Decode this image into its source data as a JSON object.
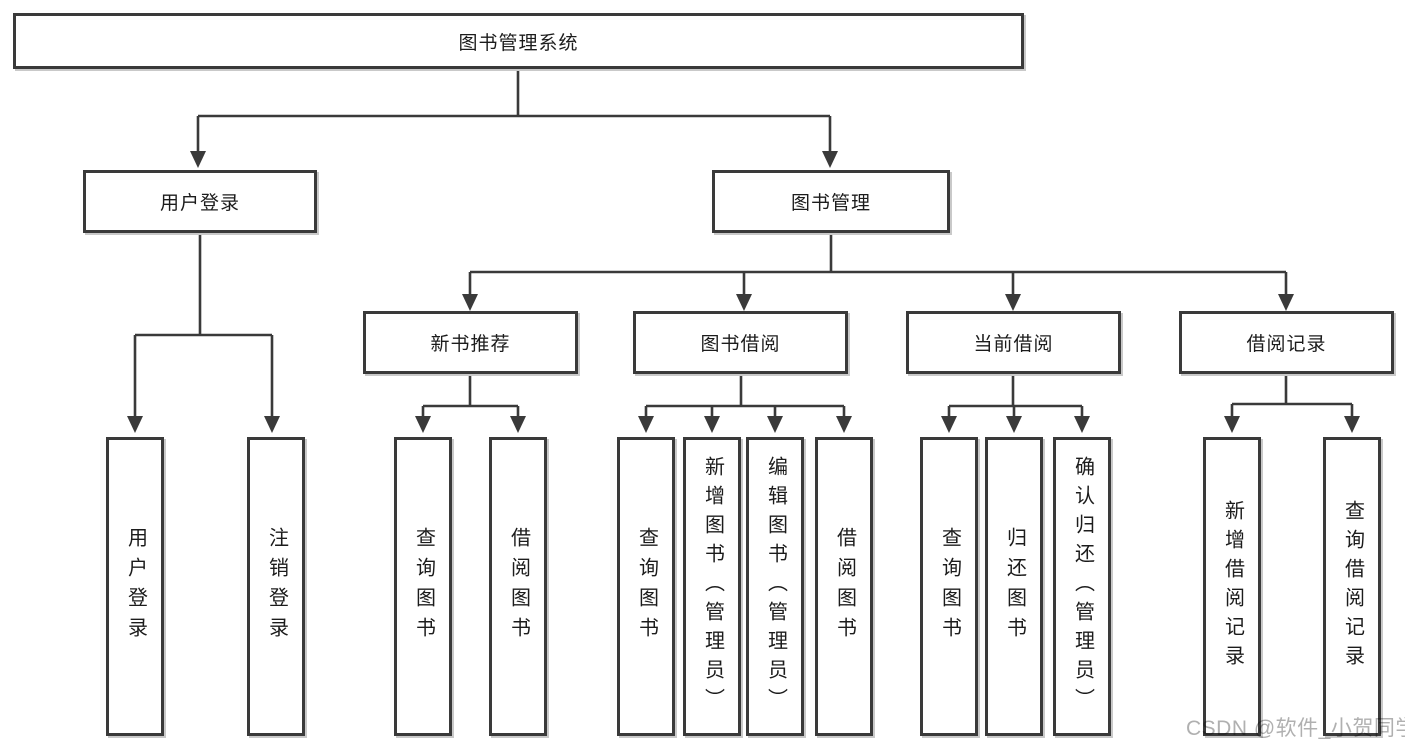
{
  "diagram": {
    "title": "图书管理系统",
    "level2": [
      {
        "label": "用户登录"
      },
      {
        "label": "图书管理"
      }
    ],
    "level3": [
      {
        "label": "新书推荐",
        "parent": "图书管理"
      },
      {
        "label": "图书借阅",
        "parent": "图书管理"
      },
      {
        "label": "当前借阅",
        "parent": "图书管理"
      },
      {
        "label": "借阅记录",
        "parent": "图书管理"
      }
    ],
    "leaves": [
      {
        "label": "用户登录",
        "parent": "用户登录"
      },
      {
        "label": "注销登录",
        "parent": "用户登录"
      },
      {
        "label": "查询图书",
        "parent": "新书推荐"
      },
      {
        "label": "借阅图书",
        "parent": "新书推荐"
      },
      {
        "label": "查询图书",
        "parent": "图书借阅"
      },
      {
        "label": "新增图书（管理员）",
        "parent": "图书借阅"
      },
      {
        "label": "编辑图书（管理员）",
        "parent": "图书借阅"
      },
      {
        "label": "借阅图书",
        "parent": "图书借阅"
      },
      {
        "label": "查询图书",
        "parent": "当前借阅"
      },
      {
        "label": "归还图书",
        "parent": "当前借阅"
      },
      {
        "label": "确认归还（管理员）",
        "parent": "当前借阅"
      },
      {
        "label": "新增借阅记录",
        "parent": "借阅记录"
      },
      {
        "label": "查询借阅记录",
        "parent": "借阅记录"
      }
    ]
  },
  "watermark": {
    "text": "CSDN @软件_小贺同学"
  },
  "colors": {
    "line": "#3a3a3a",
    "text": "#1c1c1c",
    "watermark": "#b0b0b0",
    "background": "#ffffff"
  }
}
